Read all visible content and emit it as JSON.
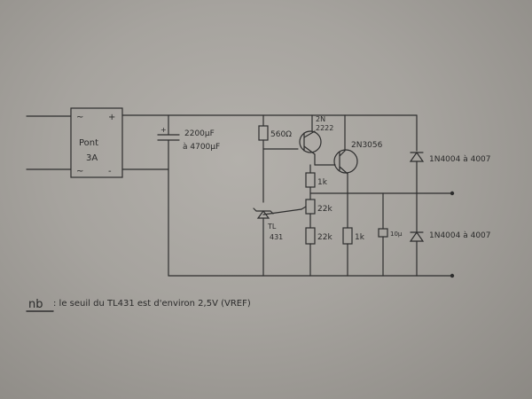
{
  "labels": {
    "bridge_plus": "+",
    "bridge_tilde_top": "~",
    "bridge_tilde_bottom": "~",
    "bridge_minus": "-",
    "bridge_name": "Pont",
    "bridge_rating": "3A",
    "cap_plus": "+",
    "cap_value1": "2200µF",
    "cap_value2": "à 4700µF",
    "r_560": "560Ω",
    "q1_line1": "2N",
    "q1_line2": "2222",
    "q2": "2N3056",
    "r_1k_top": "1k",
    "pot_22k": "22k",
    "tl_line1": "TL",
    "tl_line2": "431",
    "r_22k": "22k",
    "r_1k_bottom": "1k",
    "cap_small": "10µ",
    "diode_top": "1N4004 à 4007",
    "diode_bottom": "1N4004 à 4007",
    "note_prefix": "nb",
    "note_text": ": le seuil du TL431 est d'environ 2,5V (VREF)"
  },
  "colors": {
    "ink": "#2b2b2b",
    "paper": "#a9a6a1"
  }
}
